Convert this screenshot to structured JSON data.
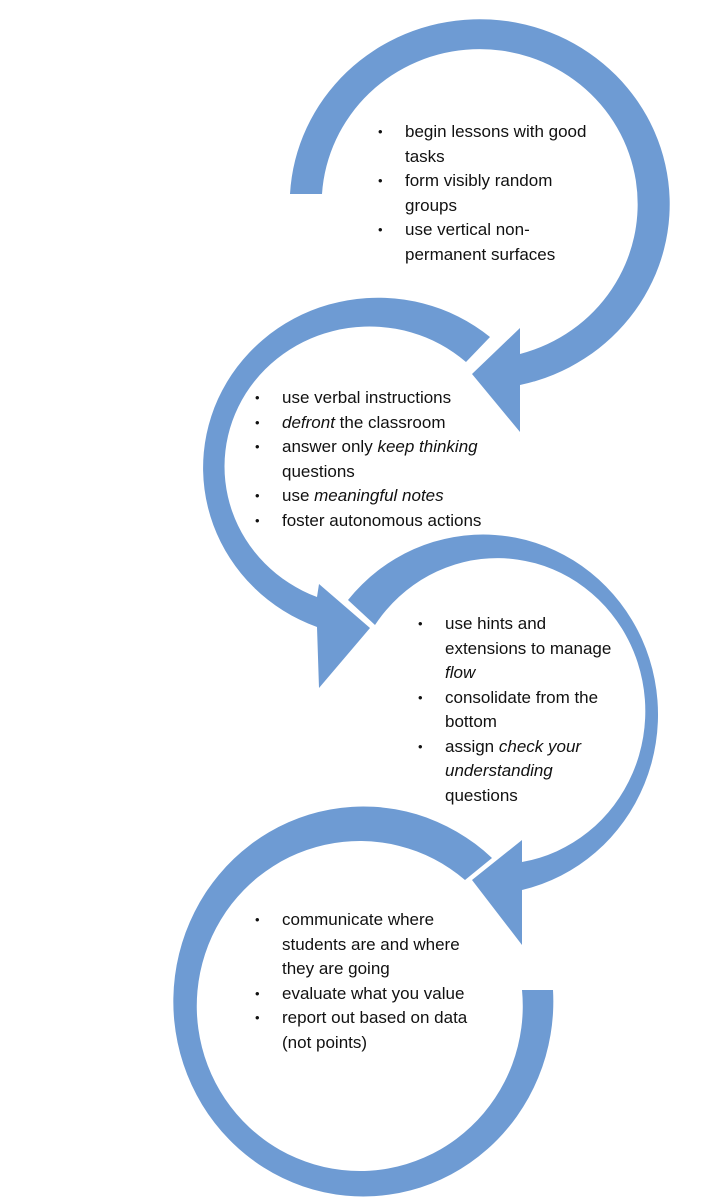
{
  "colors": {
    "arrow_fill": "#6e9bd3",
    "text": "#111111",
    "background": "#ffffff"
  },
  "stages": [
    {
      "items": [
        {
          "segments": [
            {
              "text": "begin lessons with good tasks"
            }
          ]
        },
        {
          "segments": [
            {
              "text": "form visibly random groups"
            }
          ]
        },
        {
          "segments": [
            {
              "text": "use vertical non-permanent surfaces"
            }
          ]
        }
      ]
    },
    {
      "items": [
        {
          "segments": [
            {
              "text": "use verbal instructions"
            }
          ]
        },
        {
          "segments": [
            {
              "text": "defront",
              "italic": true
            },
            {
              "text": " the classroom"
            }
          ]
        },
        {
          "segments": [
            {
              "text": "answer only "
            },
            {
              "text": "keep thinking",
              "italic": true
            },
            {
              "text": " questions"
            }
          ]
        },
        {
          "segments": [
            {
              "text": "use "
            },
            {
              "text": "meaningful notes",
              "italic": true
            }
          ]
        },
        {
          "segments": [
            {
              "text": "foster autonomous actions"
            }
          ]
        }
      ]
    },
    {
      "items": [
        {
          "segments": [
            {
              "text": "use hints and extensions to manage "
            },
            {
              "text": "flow",
              "italic": true
            }
          ]
        },
        {
          "segments": [
            {
              "text": "consolidate from the bottom"
            }
          ]
        },
        {
          "segments": [
            {
              "text": "assign "
            },
            {
              "text": "check your understanding",
              "italic": true
            },
            {
              "text": " questions"
            }
          ]
        }
      ]
    },
    {
      "items": [
        {
          "segments": [
            {
              "text": "communicate where students are and where they are going"
            }
          ]
        },
        {
          "segments": [
            {
              "text": "evaluate what you value"
            }
          ]
        },
        {
          "segments": [
            {
              "text": "report out based on data (not points)"
            }
          ]
        }
      ]
    }
  ]
}
